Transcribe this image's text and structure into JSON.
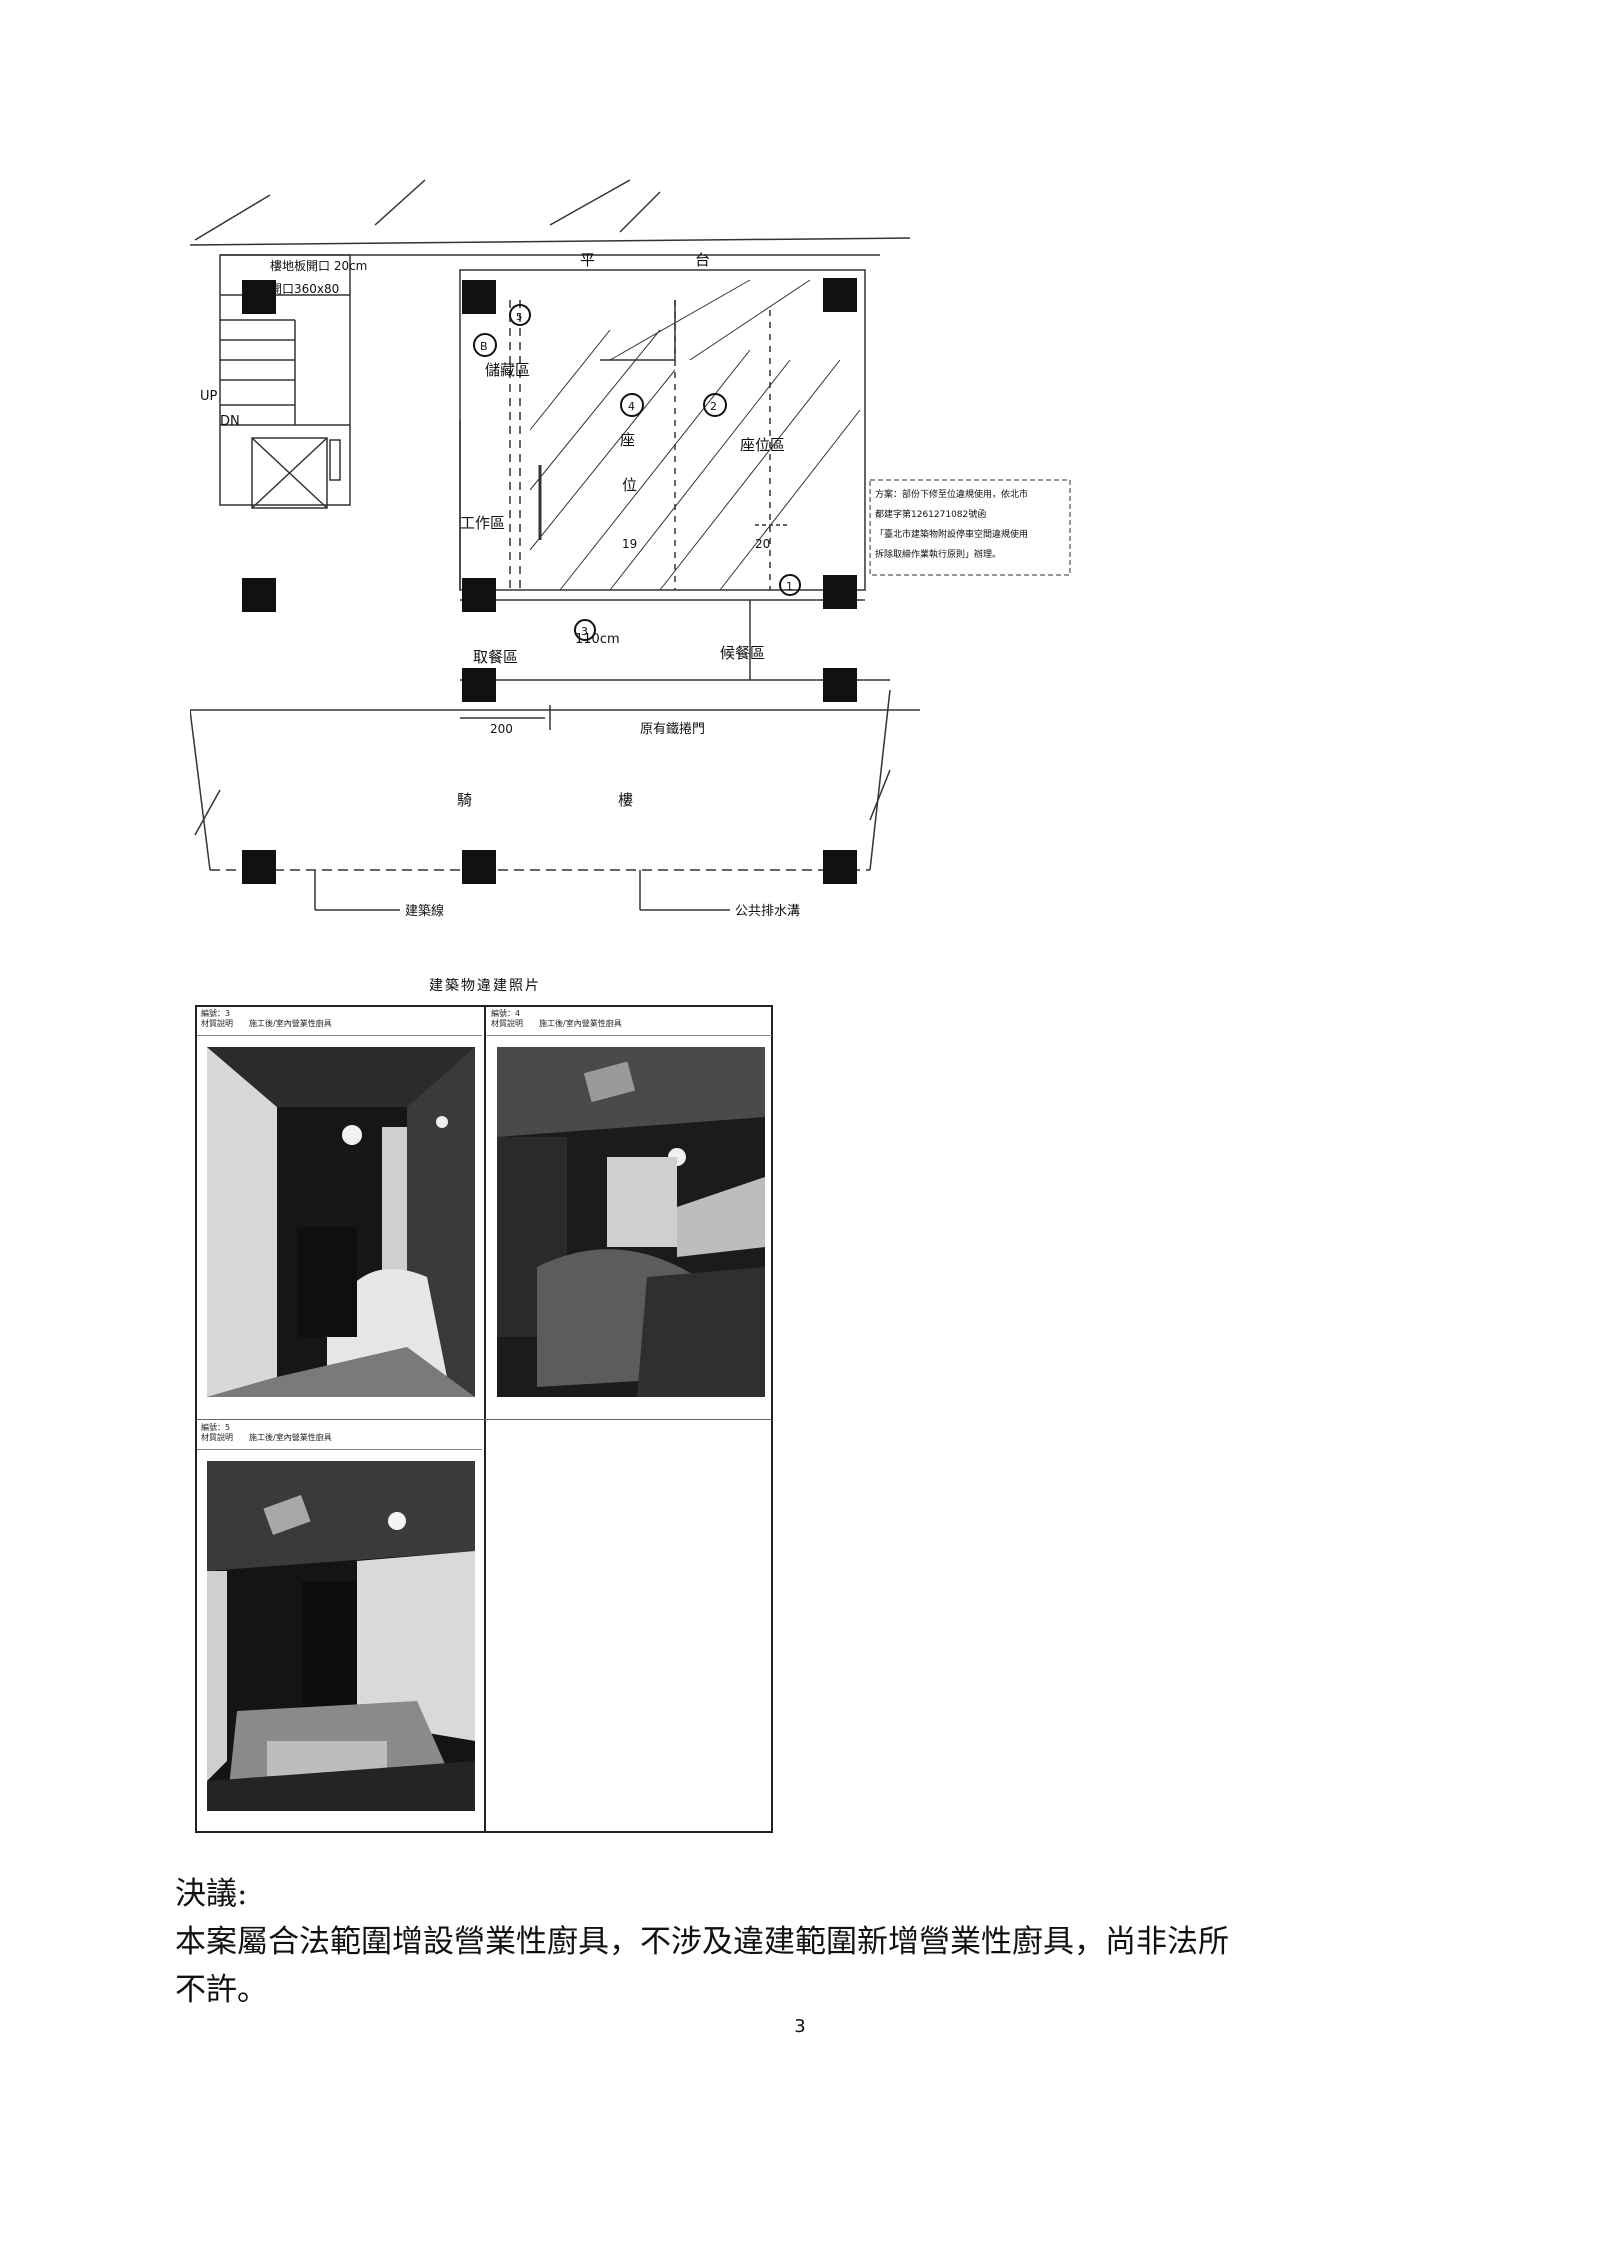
{
  "floor_plan": {
    "labels": {
      "platform_left": "平",
      "platform_right": "台",
      "opening_size": "樓地板開口 20cm",
      "opening_dims": "開口360x80",
      "storage": "儲藏區",
      "work": "工作區",
      "seating_1": "座",
      "seating_2": "位",
      "seating_area": "座位區",
      "pickup": "取餐區",
      "dining": "候餐區",
      "width_110": "110cm",
      "door_note": "原有鐵捲門",
      "dim_200": "200",
      "arcade_left": "騎",
      "arcade_right": "樓",
      "building_line": "建築線",
      "drain": "公共排水溝",
      "up": "UP",
      "dn": "DN",
      "mark_b": "B",
      "mark_1": "1",
      "mark_2": "2",
      "mark_3": "3",
      "mark_4": "4",
      "mark_5": "5",
      "num_19": "19",
      "num_20": "20"
    },
    "note_lines": [
      "方案：部份下修至位違規使用，依北市",
      "都建字第1261271082號函",
      "「臺北市建築物附設停車空間違規使用",
      "拆除取締作業執行原則」辦理。"
    ]
  },
  "photo_sheet": {
    "title": "建築物違建照片",
    "cells": [
      {
        "num_label": "編號：3",
        "desc_label": "材質說明",
        "desc": "施工後/室內營業性廚具"
      },
      {
        "num_label": "編號：4",
        "desc_label": "材質說明",
        "desc": "施工後/室內營業性廚具"
      },
      {
        "num_label": "編號：5",
        "desc_label": "材質說明",
        "desc": "施工後/室內營業性廚具"
      }
    ]
  },
  "decision": {
    "heading": "決議:",
    "line1": "本案屬合法範圍增設營業性廚具，不涉及違建範圍新增營業性廚具，尚非法所",
    "line2": "不許。"
  },
  "page_number": "3"
}
